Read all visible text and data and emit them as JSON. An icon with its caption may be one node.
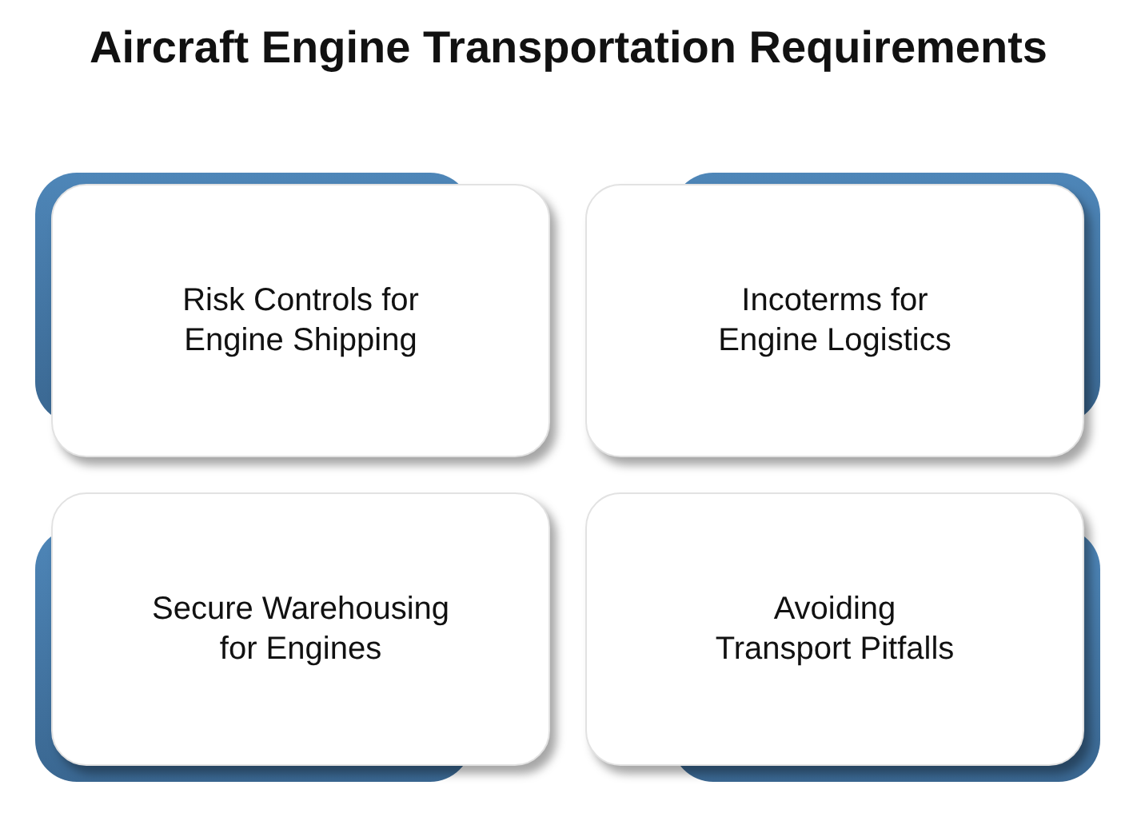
{
  "diagram": {
    "title": "Aircraft Engine Transportation Requirements",
    "nodes": [
      {
        "text": [
          "Risk Controls for Engine Shipping"
        ]
      },
      {
        "text": [
          "Incoterms for Engine Logistics"
        ]
      },
      {
        "text": [
          "Secure Warehousing for Engines"
        ]
      },
      {
        "text": [
          "Avoiding Transport Pitfalls"
        ]
      }
    ]
  }
}
